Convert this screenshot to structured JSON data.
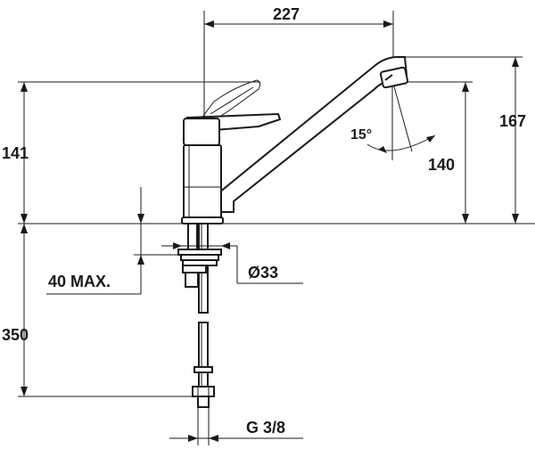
{
  "dimensions": {
    "spout_reach": "227",
    "total_height": "167",
    "body_height": "141",
    "spout_height": "140",
    "swivel_angle": "15°",
    "max_thickness": "40 MAX.",
    "hole_diameter": "Ø33",
    "hose_length": "350",
    "connection": "G 3/8"
  }
}
